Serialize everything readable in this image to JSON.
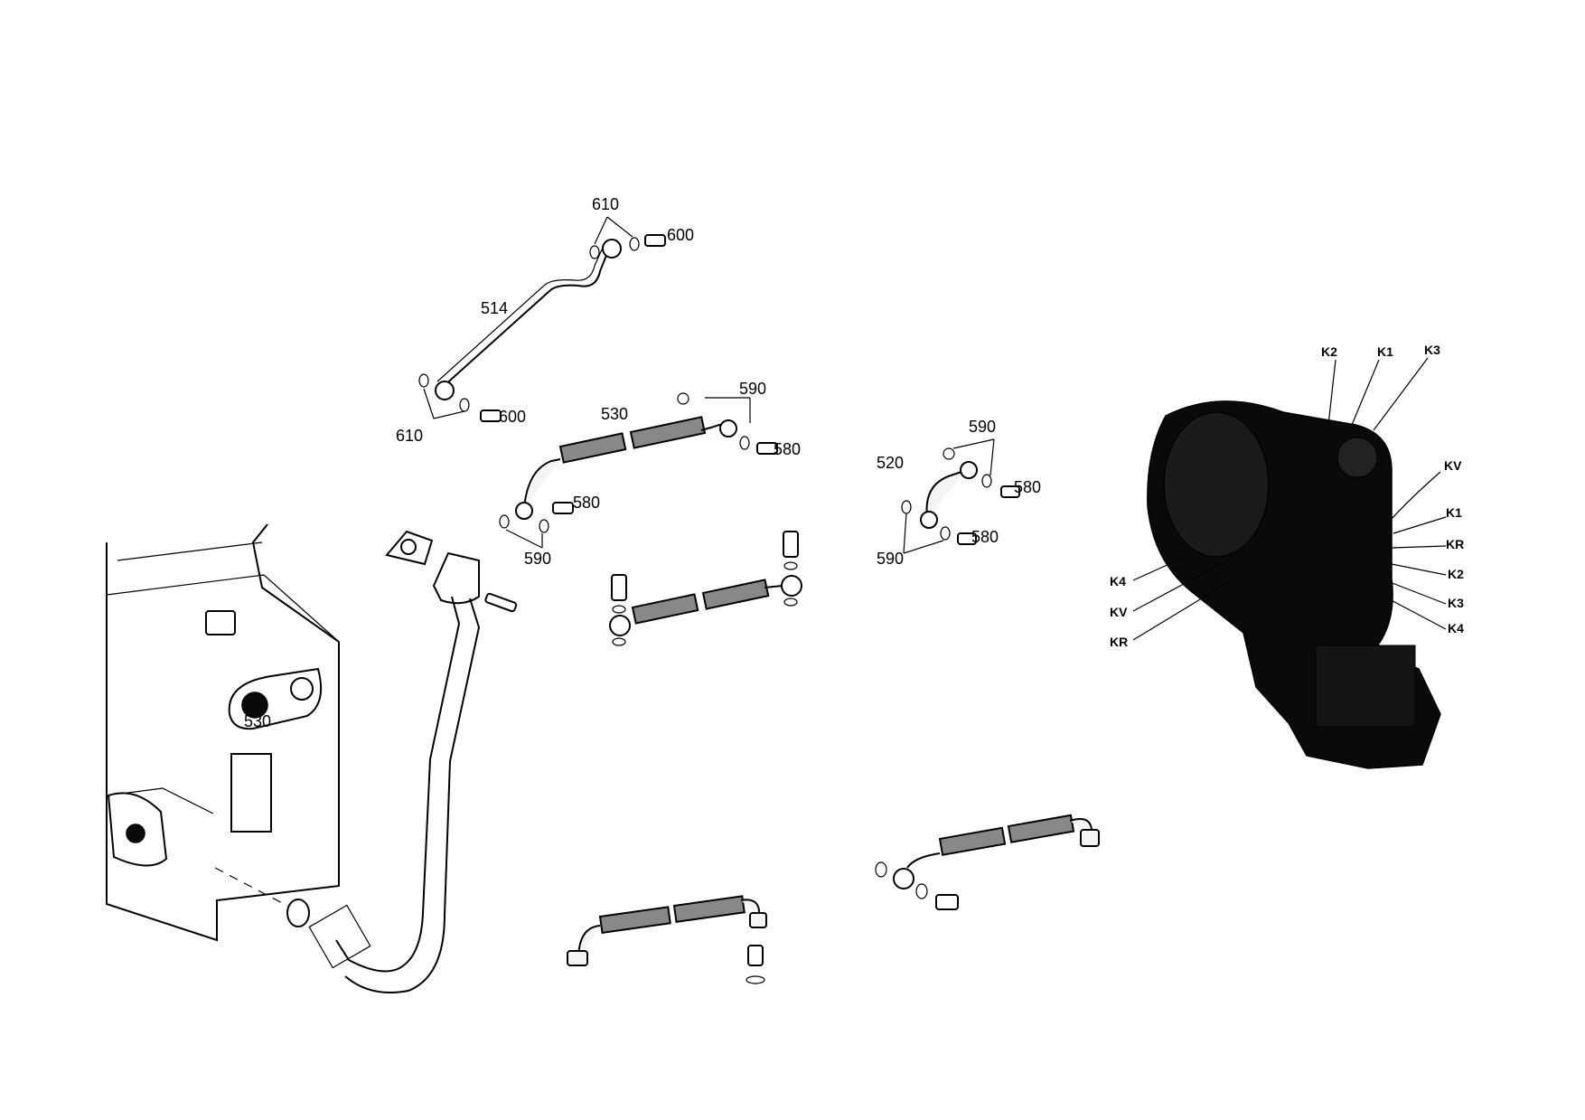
{
  "labels": {
    "l610_top": "610",
    "l600_top": "600",
    "l514": "514",
    "l610_left": "610",
    "l600_left": "600",
    "l530_pipe": "530",
    "l590_a": "590",
    "l580_a": "580",
    "l580_b": "580",
    "l590_b": "590",
    "l520": "520",
    "l590_c": "590",
    "l580_c": "580",
    "l580_d": "580",
    "l590_d": "590",
    "l530_housing": "530"
  },
  "connection_labels": {
    "k2_top": "K2",
    "k1_top": "K1",
    "k3_top": "K3",
    "kv_right": "KV",
    "k1_right": "K1",
    "kr_right": "KR",
    "k2_right": "K2",
    "k3_right": "K3",
    "k4_right": "K4",
    "k4_left": "K4",
    "kv_left": "KV",
    "kr_left": "KR"
  }
}
